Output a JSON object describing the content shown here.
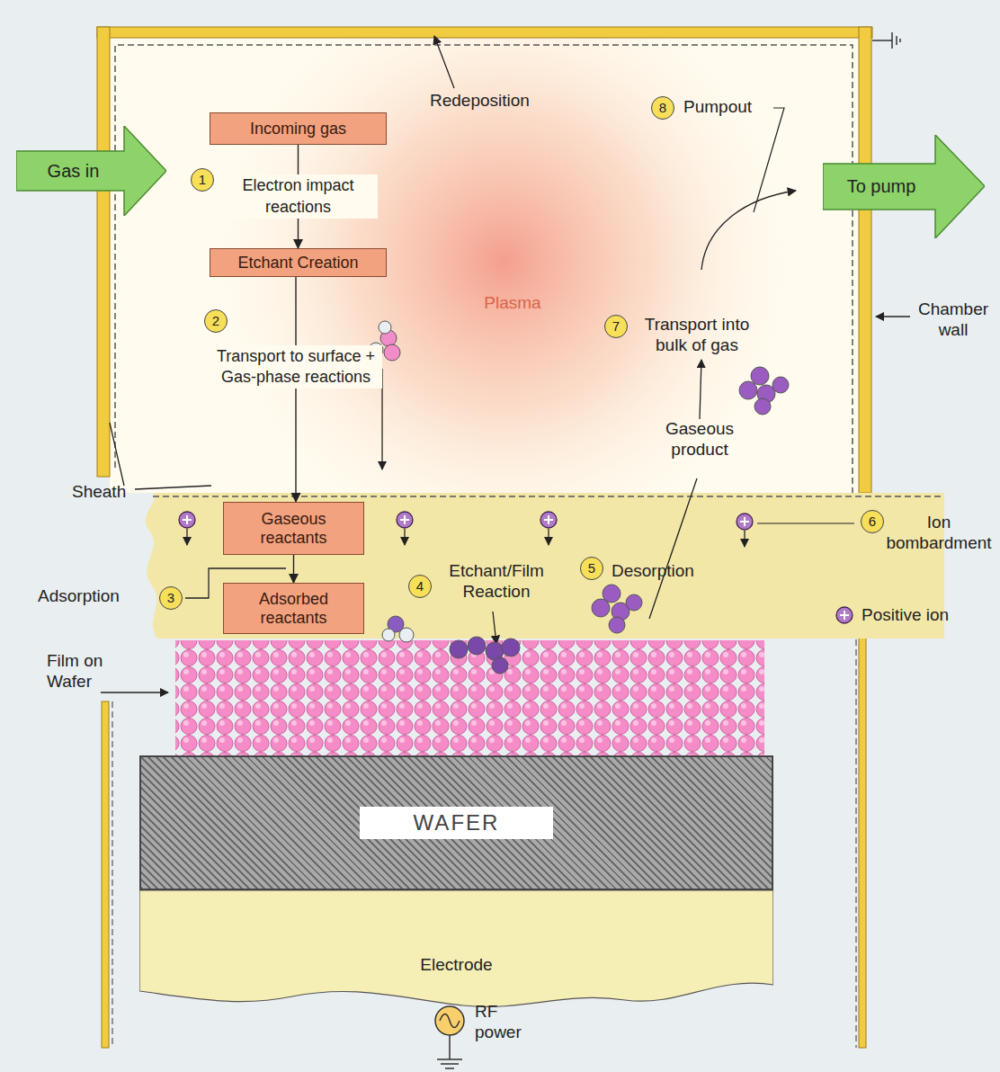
{
  "diagram": {
    "nodes": [
      {
        "text": [
          "Gas in"
        ]
      },
      {
        "text": [
          "Incoming gas"
        ]
      },
      {
        "text": [
          "Etchant Creation"
        ]
      },
      {
        "text": [
          "Gaseous reactants"
        ]
      },
      {
        "text": [
          "Adsorbed reactants"
        ]
      },
      {
        "text": [
          "To pump"
        ]
      },
      {
        "text": [
          "WAFER"
        ]
      },
      {
        "text": [
          "Electrode"
        ]
      }
    ],
    "edges": [
      {
        "from": 1,
        "to": 2,
        "arrow": "to",
        "label": "Electron impact reactions"
      },
      {
        "from": 2,
        "to": 3,
        "arrow": "to",
        "label": "Transport to surface + Gas-phase reactions"
      },
      {
        "from": 3,
        "to": 4,
        "arrow": "to"
      }
    ],
    "labels": [
      "Redeposition",
      "8",
      "Pumpout",
      "1",
      "2",
      "Plasma",
      "7",
      "Transport into bulk of gas",
      "Gaseous product",
      "Chamber wall",
      "Sheath",
      "3",
      "Adsorption",
      "4",
      "Etchant/Film Reaction",
      "5",
      "Desorption",
      "6",
      "Ion bombardment",
      "Film on Wafer",
      "RF power"
    ],
    "legend": [
      {
        "text": "Positive ion"
      }
    ]
  }
}
